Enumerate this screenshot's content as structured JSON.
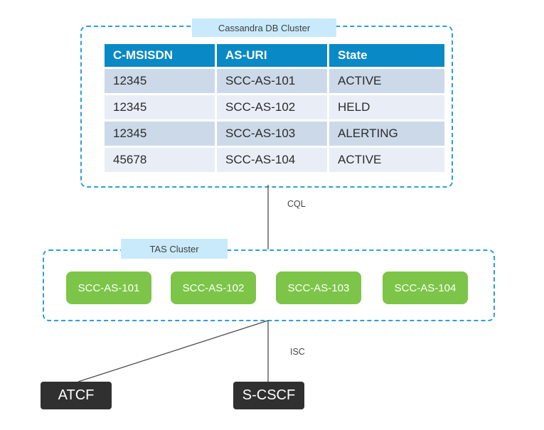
{
  "diagram": {
    "cassandra_cluster": {
      "label": "Cassandra DB Cluster",
      "table": {
        "columns": [
          "C-MSISDN",
          "AS-URI",
          "State"
        ],
        "rows": [
          [
            "12345",
            "SCC-AS-101",
            "ACTIVE"
          ],
          [
            "12345",
            "SCC-AS-102",
            "HELD"
          ],
          [
            "12345",
            "SCC-AS-103",
            "ALERTING"
          ],
          [
            "45678",
            "SCC-AS-104",
            "ACTIVE"
          ]
        ]
      }
    },
    "tas_cluster": {
      "label": "TAS Cluster",
      "nodes": [
        "SCC-AS-101",
        "SCC-AS-102",
        "SCC-AS-103",
        "SCC-AS-104"
      ]
    },
    "connections": [
      {
        "label": "CQL",
        "from": "Cassandra DB Cluster",
        "to": "TAS Cluster"
      },
      {
        "label": "ISC",
        "from": "TAS Cluster",
        "to": "S-CSCF"
      },
      {
        "label": "",
        "from": "TAS Cluster",
        "to": "ATCF"
      }
    ],
    "external_nodes": [
      {
        "label": "ATCF"
      },
      {
        "label": "S-CSCF"
      }
    ],
    "colors": {
      "table_header": "#0989c5",
      "table_row_dark": "#ccd9e8",
      "table_row_light": "#e9eef6",
      "cluster_tab_bg": "#c9eafb",
      "cluster_border": "#2b9fd8",
      "tas_node_green": "#7cc548",
      "dark_node": "#303030",
      "wire": "#4d4d4d"
    }
  }
}
